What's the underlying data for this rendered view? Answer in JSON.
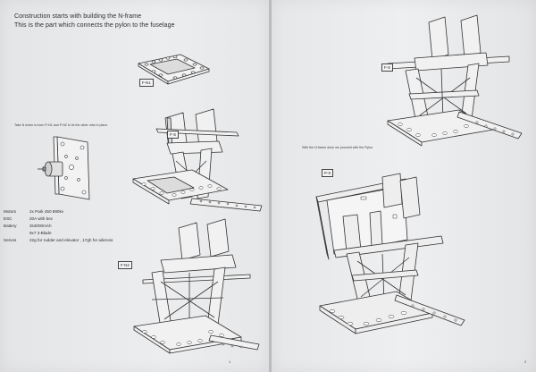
{
  "left_page": {
    "heading_line1": "Construction starts with building the N-frame",
    "heading_line2": "This is the part which connects the pylon to the fuselage",
    "instruction": "Take N motor to born P-N1 and P-N2 to fix the other rubs in place.",
    "tags": {
      "fn1": "F-N1",
      "fs": "F-S",
      "fn2": "F-N2"
    },
    "specs": [
      {
        "label": "Motors",
        "value": "2x Park 450 890kv"
      },
      {
        "label": "ESC",
        "value": "20A with bec"
      },
      {
        "label": "Battery",
        "value": "3s3000mAh"
      },
      {
        "label": "",
        "value": "9x7 3-Blade"
      },
      {
        "label": "Servos",
        "value": "22g for rudder and elevator , 17gh for ailerons"
      }
    ],
    "page_number": "1"
  },
  "right_page": {
    "instruction": "With the N-frame done we proceed with the Pylon",
    "tags": {
      "fs": "F-S",
      "ps": "P-S"
    },
    "page_number": "2"
  }
}
